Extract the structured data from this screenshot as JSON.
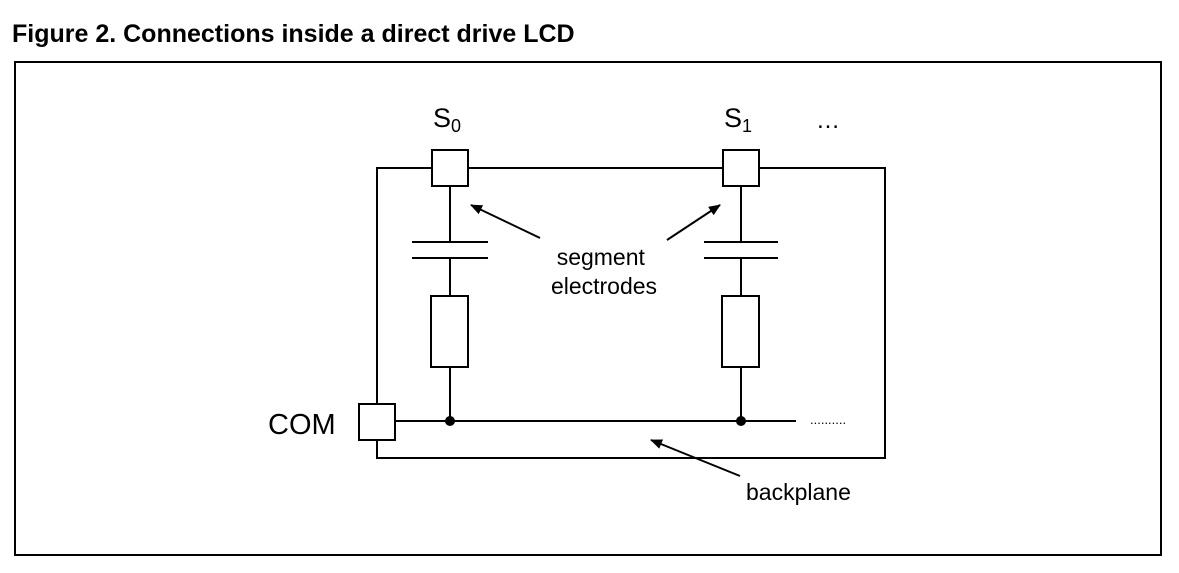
{
  "figure": {
    "title": "Figure 2. Connections inside a direct drive LCD"
  },
  "diagram": {
    "segments": [
      {
        "label": "S",
        "subscript": "0"
      },
      {
        "label": "S",
        "subscript": "1"
      }
    ],
    "more_segments": "…",
    "annotation_segment": [
      "segment",
      "electrodes"
    ],
    "com_label": "COM",
    "backplane_label": "backplane",
    "backplane_continuation": ".........."
  }
}
